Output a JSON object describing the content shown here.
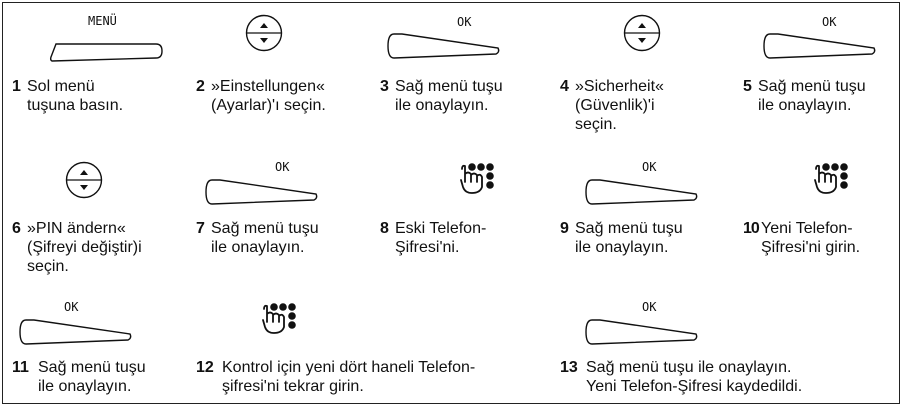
{
  "key_labels": {
    "menu": "MENÜ",
    "ok": "OK"
  },
  "steps": [
    {
      "num": "1",
      "text": "Sol menü\ntuşuna basın."
    },
    {
      "num": "2",
      "text": "»Einstellungen«\n(Ayarlar)'ı seçin."
    },
    {
      "num": "3",
      "text": "Sağ menü tuşu\nile onaylayın."
    },
    {
      "num": "4",
      "text": "»Sicherheit«\n(Güvenlik)'i\nseçin."
    },
    {
      "num": "5",
      "text": "Sağ menü tuşu\nile onaylayın."
    },
    {
      "num": "6",
      "text": "»PIN ändern«\n(Şifreyi değiştir)i\nseçin."
    },
    {
      "num": "7",
      "text": "Sağ menü tuşu\nile onaylayın."
    },
    {
      "num": "8",
      "text": "Eski Telefon-\nŞifresi'ni."
    },
    {
      "num": "9",
      "text": "Sağ menü tuşu\nile onaylayın."
    },
    {
      "num": "10",
      "text": "Yeni Telefon-\nŞifresi'ni girin."
    },
    {
      "num": "11",
      "text": "Sağ menü tuşu\nile onaylayın."
    },
    {
      "num": "12",
      "text": "Kontrol için yeni dört haneli Telefon-\nşifresi'ni tekrar girin."
    },
    {
      "num": "13",
      "text": "Sağ menü tuşu ile onaylayın.\nYeni Telefon-Şifresi kaydedildi."
    }
  ]
}
